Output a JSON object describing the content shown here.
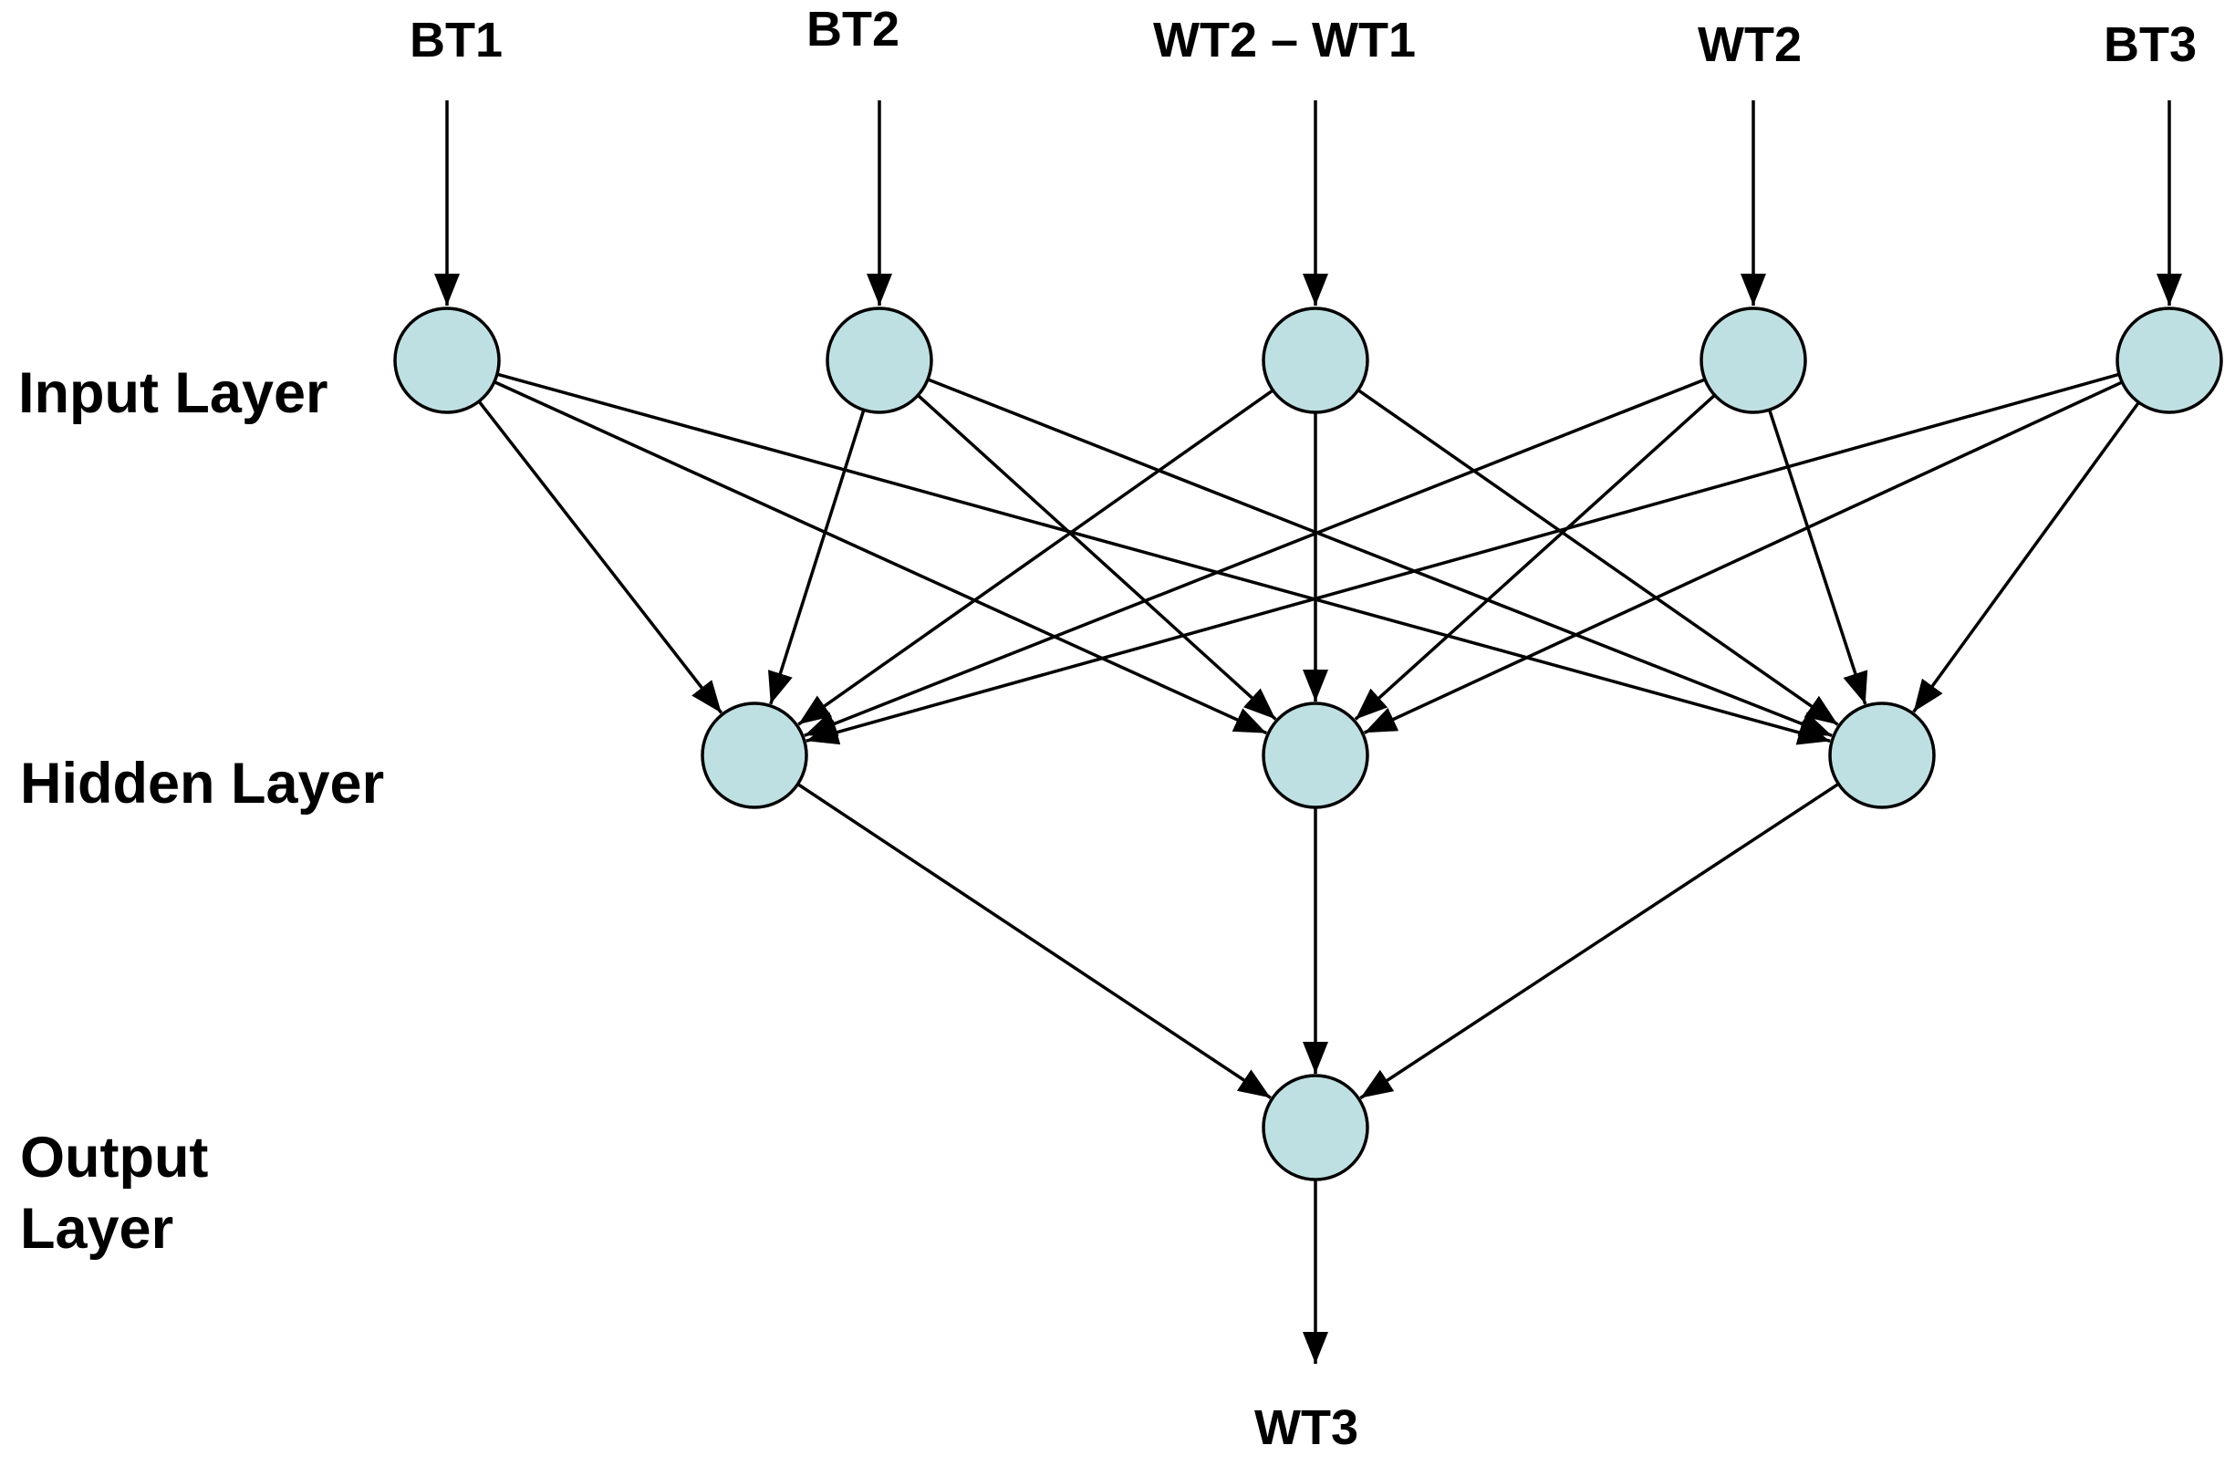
{
  "diagram": {
    "inputs": [
      "BT1",
      "BT2",
      "WT2 – WT1",
      "WT2",
      "BT3"
    ],
    "output": "WT3",
    "layers": {
      "input": "Input Layer",
      "hidden": "Hidden Layer",
      "output_line1": "Output",
      "output_line2": "Layer"
    },
    "node_counts": {
      "input": 5,
      "hidden": 3,
      "output": 1
    },
    "connectivity": "fully-connected",
    "colors": {
      "node_fill": "#bfe0e2",
      "stroke": "#000000",
      "text": "#000000",
      "background": "#ffffff"
    }
  }
}
